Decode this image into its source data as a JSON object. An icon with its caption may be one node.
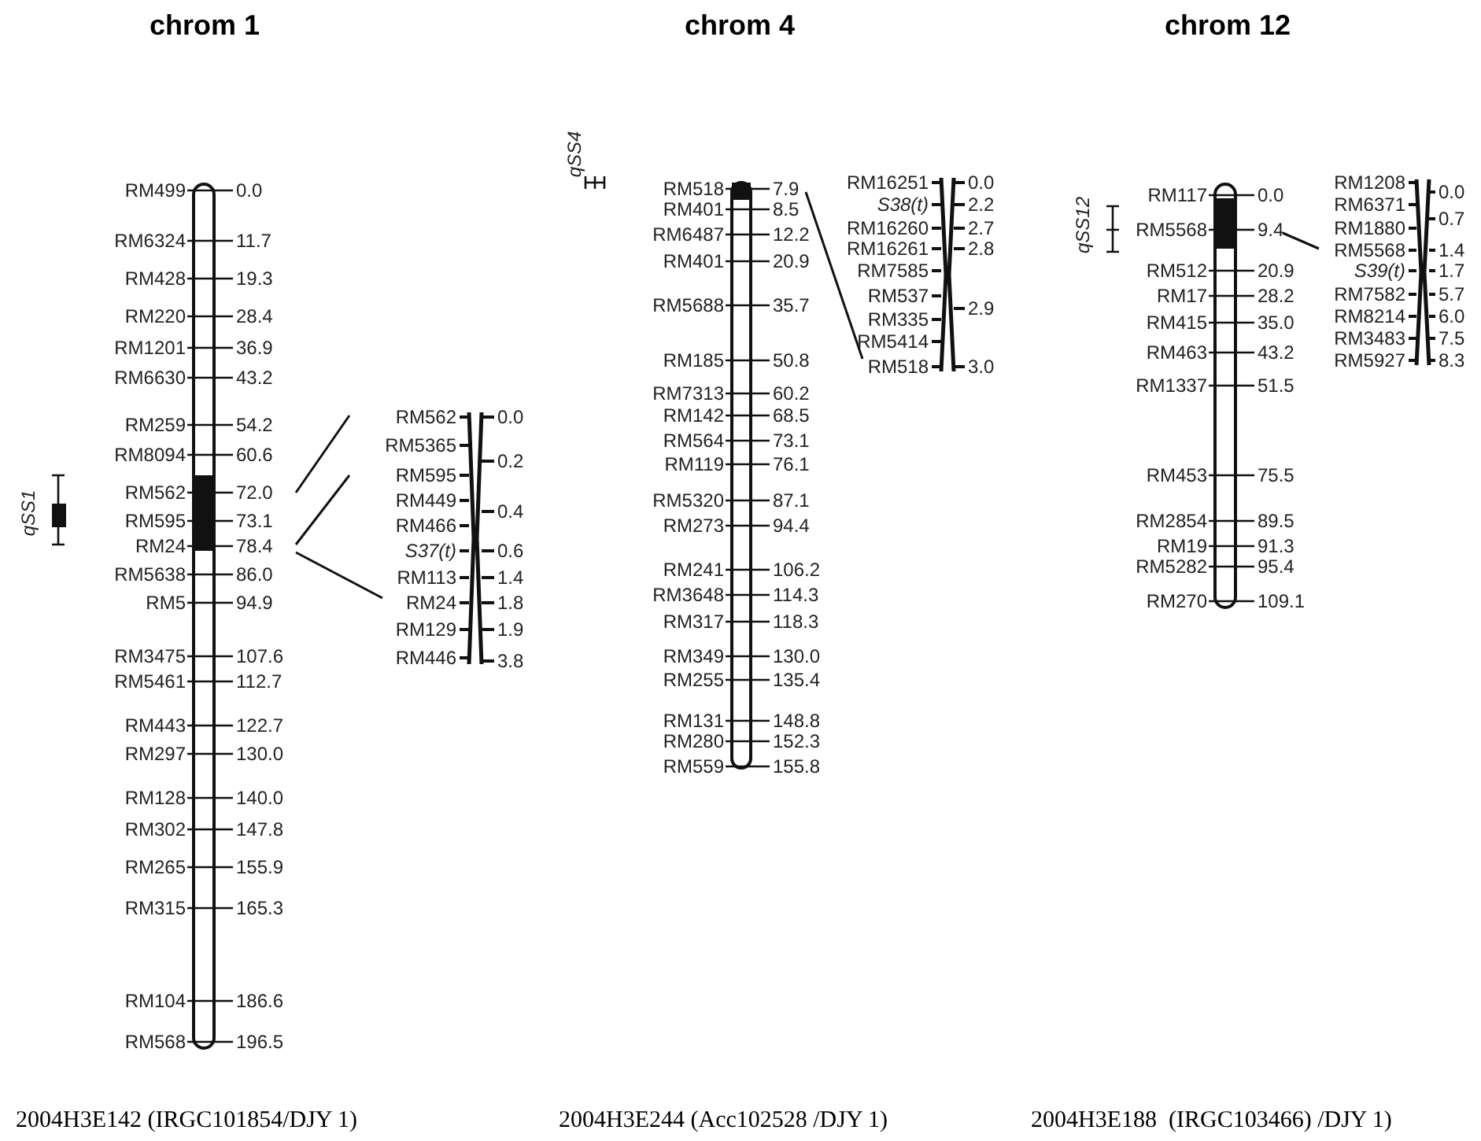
{
  "diagram": {
    "labels": [
      "chrom 1",
      "chrom 4",
      "chrom 12",
      "qSS1",
      "RM499",
      "0.0",
      "RM6324",
      "11.7",
      "RM428",
      "19.3",
      "RM220",
      "28.4",
      "RM1201",
      "36.9",
      "RM6630",
      "43.2",
      "RM259",
      "54.2",
      "RM8094",
      "60.6",
      "RM562",
      "72.0",
      "RM595",
      "73.1",
      "RM24",
      "78.4",
      "RM5638",
      "86.0",
      "RM5",
      "94.9",
      "RM3475",
      "107.6",
      "RM5461",
      "112.7",
      "RM443",
      "122.7",
      "RM297",
      "130.0",
      "RM128",
      "140.0",
      "RM302",
      "147.8",
      "RM265",
      "155.9",
      "RM315",
      "165.3",
      "RM104",
      "186.6",
      "RM568",
      "196.5",
      "RM562",
      "0.0",
      "RM5365",
      "0.2",
      "RM595",
      "RM449",
      "0.4",
      "RM466",
      "S37(t)",
      "0.6",
      "RM113",
      "1.4",
      "RM24",
      "1.8",
      "RM129",
      "1.9",
      "RM446",
      "3.8",
      "qSS4",
      "RM518",
      "7.9",
      "RM401",
      "8.5",
      "RM6487",
      "12.2",
      "RM401",
      "20.9",
      "RM5688",
      "35.7",
      "RM185",
      "50.8",
      "RM7313",
      "60.2",
      "RM142",
      "68.5",
      "RM564",
      "73.1",
      "RM119",
      "76.1",
      "RM5320",
      "87.1",
      "RM273",
      "94.4",
      "RM241",
      "106.2",
      "RM3648",
      "114.3",
      "RM317",
      "118.3",
      "RM349",
      "130.0",
      "RM255",
      "135.4",
      "RM131",
      "148.8",
      "RM280",
      "152.3",
      "RM559",
      "155.8",
      "RM16251",
      "0.0",
      "S38(t)",
      "2.2",
      "RM16260",
      "2.7",
      "RM16261",
      "2.8",
      "RM7585",
      "RM537",
      "2.9",
      "RM335",
      "RM5414",
      "RM518",
      "3.0",
      "qSS12",
      "RM117",
      "0.0",
      "RM5568",
      "9.4",
      "RM512",
      "20.9",
      "RM17",
      "28.2",
      "RM415",
      "35.0",
      "RM463",
      "43.2",
      "RM1337",
      "51.5",
      "RM453",
      "75.5",
      "RM2854",
      "89.5",
      "RM19",
      "91.3",
      "RM5282",
      "95.4",
      "RM270",
      "109.1",
      "RM1208",
      "0.0",
      "RM6371",
      "RM1880",
      "0.7",
      "RM5568",
      "1.4",
      "S39(t)",
      "1.7",
      "RM7582",
      "5.7",
      "RM8214",
      "6.0",
      "RM3483",
      "7.5",
      "RM5927",
      "8.3",
      "2004H3E142 (IRGC101854/DJY 1)",
      "2004H3E244 (Acc102528 /DJY 1)",
      "2004H3E188  (IRGC103466) /DJY 1)"
    ]
  }
}
